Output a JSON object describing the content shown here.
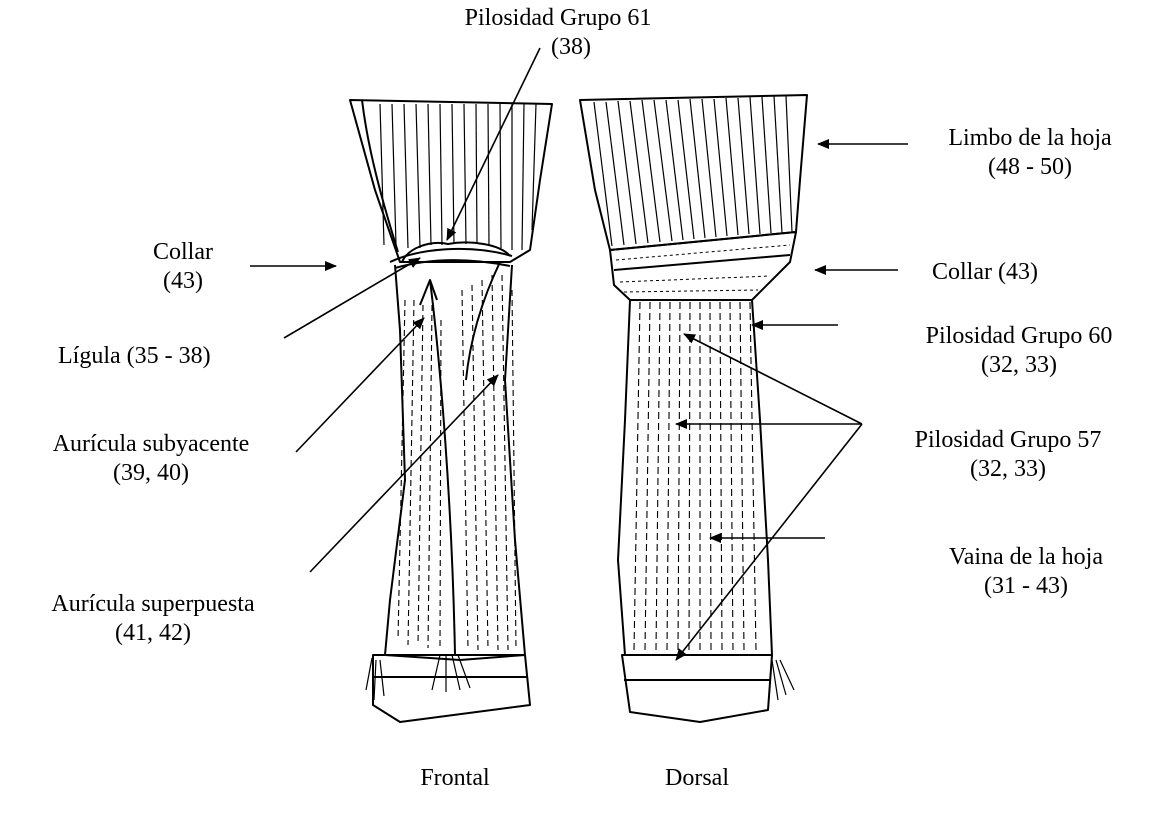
{
  "labels": {
    "pilosidad61": {
      "line1": "Pilosidad Grupo 61",
      "line2": "(38)"
    },
    "collar_left": {
      "line1": "Collar",
      "line2": "(43)"
    },
    "ligula": {
      "line1": "Lígula (35 - 38)"
    },
    "auricula_subyacente": {
      "line1": "Aurícula subyacente",
      "line2": "(39, 40)"
    },
    "auricula_superpuesta": {
      "line1": "Aurícula superpuesta",
      "line2": "(41, 42)"
    },
    "limbo": {
      "line1": "Limbo de la hoja",
      "line2": "(48 - 50)"
    },
    "collar_right": {
      "line1": "Collar (43)"
    },
    "pilosidad60": {
      "line1": "Pilosidad Grupo 60",
      "line2": "(32, 33)"
    },
    "pilosidad57": {
      "line1": "Pilosidad Grupo 57",
      "line2": "(32, 33)"
    },
    "vaina": {
      "line1": "Vaina de la hoja",
      "line2": "(31 - 43)"
    }
  },
  "views": {
    "frontal": "Frontal",
    "dorsal": "Dorsal"
  }
}
